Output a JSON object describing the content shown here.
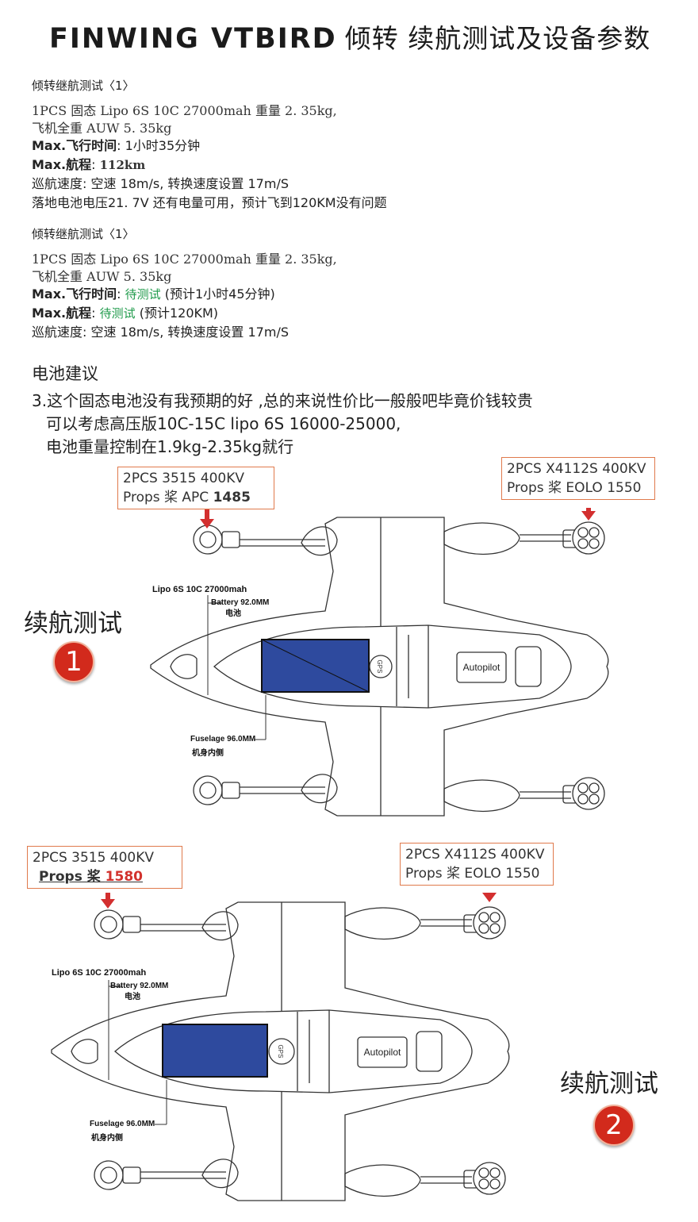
{
  "header": {
    "title_latin": "FINWING VTBIRD",
    "title_cn": "倾转 续航测试及设备参数"
  },
  "test1": {
    "heading": "倾转继航测试〈1〉",
    "line1": "1PCS 固态 Lipo 6S 10C 27000mah 重量 2. 35kg,",
    "line2": "飞机全重 AUW 5. 35kg",
    "flight_time_label": "Max.飞行时间",
    "flight_time_value": "1小时35分钟",
    "range_label": "Max.航程",
    "range_value": "112km",
    "cruise": "巡航速度: 空速 18m/s, 转换速度设置 17m/S",
    "landing": "落地电池电压21. 7V 还有电量可用，预计飞到120KM没有问题"
  },
  "test2": {
    "heading": "倾转继航测试〈1〉",
    "line1": "1PCS 固态 Lipo 6S 10C 27000mah 重量 2. 35kg,",
    "line2": "飞机全重 AUW 5. 35kg",
    "flight_time_label": "Max.飞行时间",
    "flight_time_pending": "待测试",
    "flight_time_est": "(预计1小时45分钟)",
    "range_label": "Max.航程",
    "range_pending": "待测试",
    "range_est": "(预计120KM)",
    "cruise": "巡航速度: 空速 18m/s, 转换速度设置 17m/S"
  },
  "battery_advice": {
    "heading": "电池建议",
    "line1": "3.这个固态电池没有我预期的好 ,总的来说性价比一般般吧毕竟价钱较贵",
    "line2": "可以考虑高压版10C-15C lipo 6S 16000-25000,",
    "line3": "电池重量控制在1.9kg-2.35kg就行"
  },
  "diagram1": {
    "side_label": "续航测试",
    "badge": "1",
    "front_motor_line1": "2PCS 3515 400KV",
    "front_motor_line2_prefix": "Props 桨 APC ",
    "front_motor_line2_bold": "1485",
    "rear_motor_line1": "2PCS X4112S 400KV",
    "rear_motor_line2": "Props 桨 EOLO 1550",
    "battery_name": "Lipo 6S 10C 27000mah",
    "battery_dim": "Battery 92.0MM",
    "battery_cn": "电池",
    "fuselage_dim": "Fuselage 96.0MM",
    "fuselage_cn": "机身内侧",
    "autopilot": "Autopilot",
    "gps": "GPS"
  },
  "diagram2": {
    "side_label": "续航测试",
    "badge": "2",
    "front_motor_line1": "2PCS 3515 400KV",
    "front_motor_line2_prefix": "Props 桨 ",
    "front_motor_line2_red": "1580",
    "rear_motor_line1": "2PCS X4112S 400KV",
    "rear_motor_line2": "Props 桨 EOLO 1550",
    "battery_name": "Lipo 6S 10C 27000mah",
    "battery_dim": "Battery 92.0MM",
    "battery_cn": "电池",
    "fuselage_dim": "Fuselage 96.0MM",
    "fuselage_cn": "机身内侧",
    "autopilot": "Autopilot",
    "gps": "GPS"
  },
  "colors": {
    "battery_fill": "#2e4a9e",
    "box_border": "#e07a4c",
    "arrow": "#d32f2f",
    "badge": "#d22a1c",
    "pending_green": "#1e9a4a"
  }
}
